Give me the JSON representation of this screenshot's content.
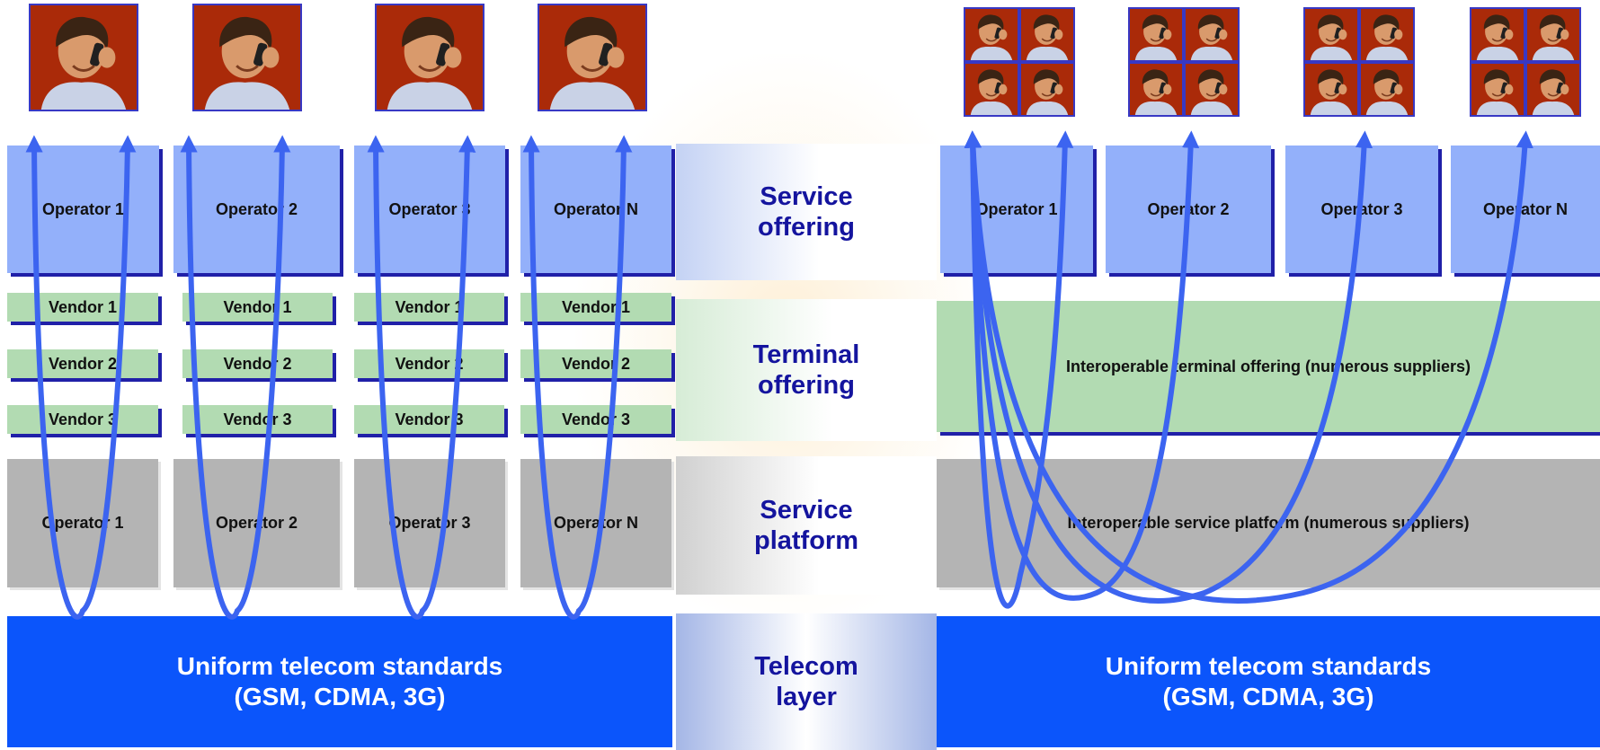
{
  "layers": {
    "service_offering": "Service\noffering",
    "terminal_offering": "Terminal\noffering",
    "service_platform": "Service\nplatform",
    "telecom_layer": "Telecom\nlayer"
  },
  "left": {
    "operators": [
      "Operator 1",
      "Operator 2",
      "Operator 3",
      "Operator N"
    ],
    "vendors": [
      "Vendor 1",
      "Vendor 2",
      "Vendor 3"
    ],
    "platforms": [
      "Operator 1",
      "Operator 2",
      "Operator 3",
      "Operator N"
    ],
    "telecom": "Uniform telecom standards\n(GSM, CDMA, 3G)"
  },
  "right": {
    "operators": [
      "Operator 1",
      "Operator 2",
      "Operator 3",
      "Operator N"
    ],
    "terminal": "Interoperable terminal offering (numerous suppliers)",
    "platform": "Interoperable service platform (numerous suppliers)",
    "telecom": "Uniform telecom standards\n(GSM, CDMA, 3G)"
  },
  "colors": {
    "operator_blue": "#93b0fa",
    "vendor_green": "#b2dbb2",
    "platform_gray": "#b4b4b4",
    "telecom_blue": "#0b55fb",
    "arrow_blue": "#3c64f0",
    "layer_text": "#14149e"
  },
  "icons": {
    "user": "person-on-phone-photo"
  }
}
